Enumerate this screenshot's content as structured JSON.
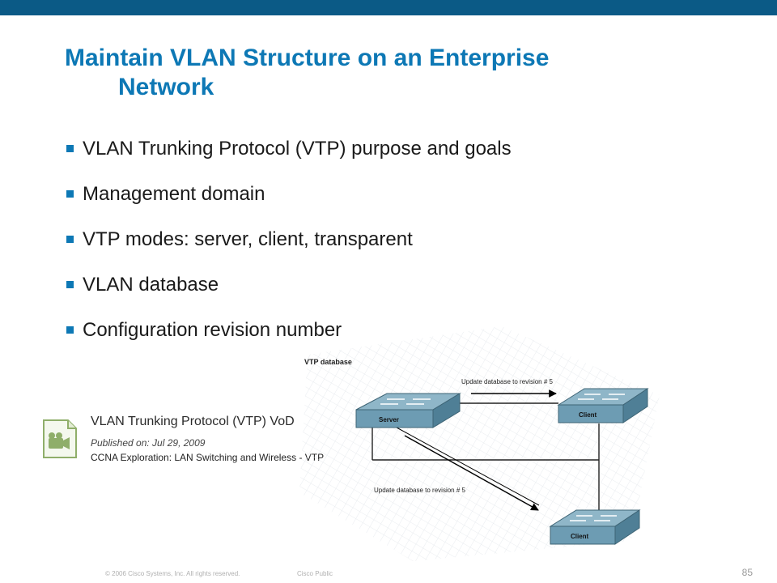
{
  "slide": {
    "title_line1": "Maintain VLAN Structure on an Enterprise",
    "title_line2": "Network",
    "bullets": [
      "VLAN Trunking Protocol (VTP) purpose and goals",
      "Management domain",
      "VTP modes:  server, client, transparent",
      "VLAN database",
      "Configuration revision number"
    ]
  },
  "video": {
    "icon": "video-camera-icon",
    "title": "VLAN Trunking Protocol (VTP) VoD",
    "published": "Published on: Jul 29, 2009",
    "description": "CCNA Exploration: LAN Switching and Wireless - VTP"
  },
  "diagram": {
    "label": "VTP database",
    "update_top": "Update database to revision # 5",
    "update_bottom": "Update database to revision # 5",
    "server": "Server",
    "client_top": "Client",
    "client_bottom": "Client"
  },
  "footer": {
    "copyright": "© 2006 Cisco Systems, Inc. All rights reserved.",
    "classification": "Cisco Public",
    "page": "85"
  },
  "colors": {
    "top_bar": "#0b5a86",
    "title": "#0d78b5",
    "switch_face": "#6d9cb3"
  }
}
